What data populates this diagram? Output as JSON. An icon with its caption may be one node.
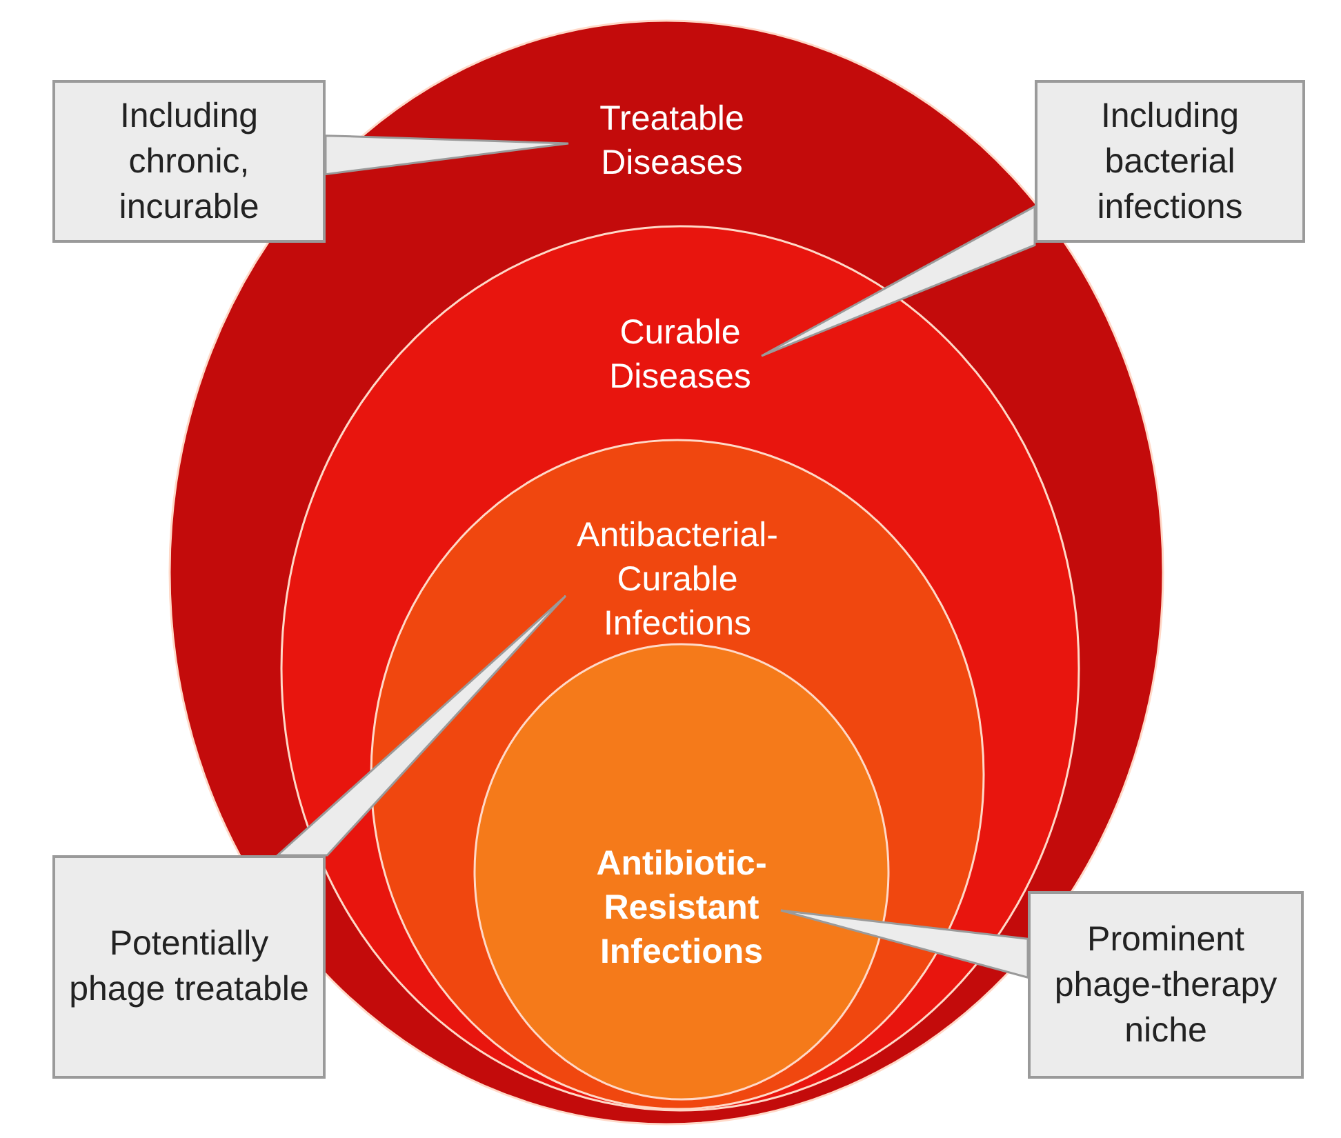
{
  "diagram": {
    "nodes": [
      {
        "text": [
          "Treatable Diseases"
        ]
      },
      {
        "text": [
          "Curable Diseases"
        ],
        "in": 0
      },
      {
        "text": [
          "Antibacterial-Curable Infections"
        ],
        "in": 1
      },
      {
        "text": [
          "Antibiotic-Resistant Infections"
        ],
        "in": 2
      },
      {
        "text": [
          "Including chronic, incurable"
        ]
      },
      {
        "text": [
          "Including bacterial infections"
        ]
      },
      {
        "text": [
          "Potentially phage treatable"
        ]
      },
      {
        "text": [
          "Prominent phage-therapy niche"
        ]
      }
    ],
    "edges": [
      {
        "from": 4,
        "to": 0,
        "arrow": "none"
      },
      {
        "from": 5,
        "to": 1,
        "arrow": "none"
      },
      {
        "from": 6,
        "to": 2,
        "arrow": "none"
      },
      {
        "from": 7,
        "to": 3,
        "arrow": "none"
      }
    ]
  }
}
